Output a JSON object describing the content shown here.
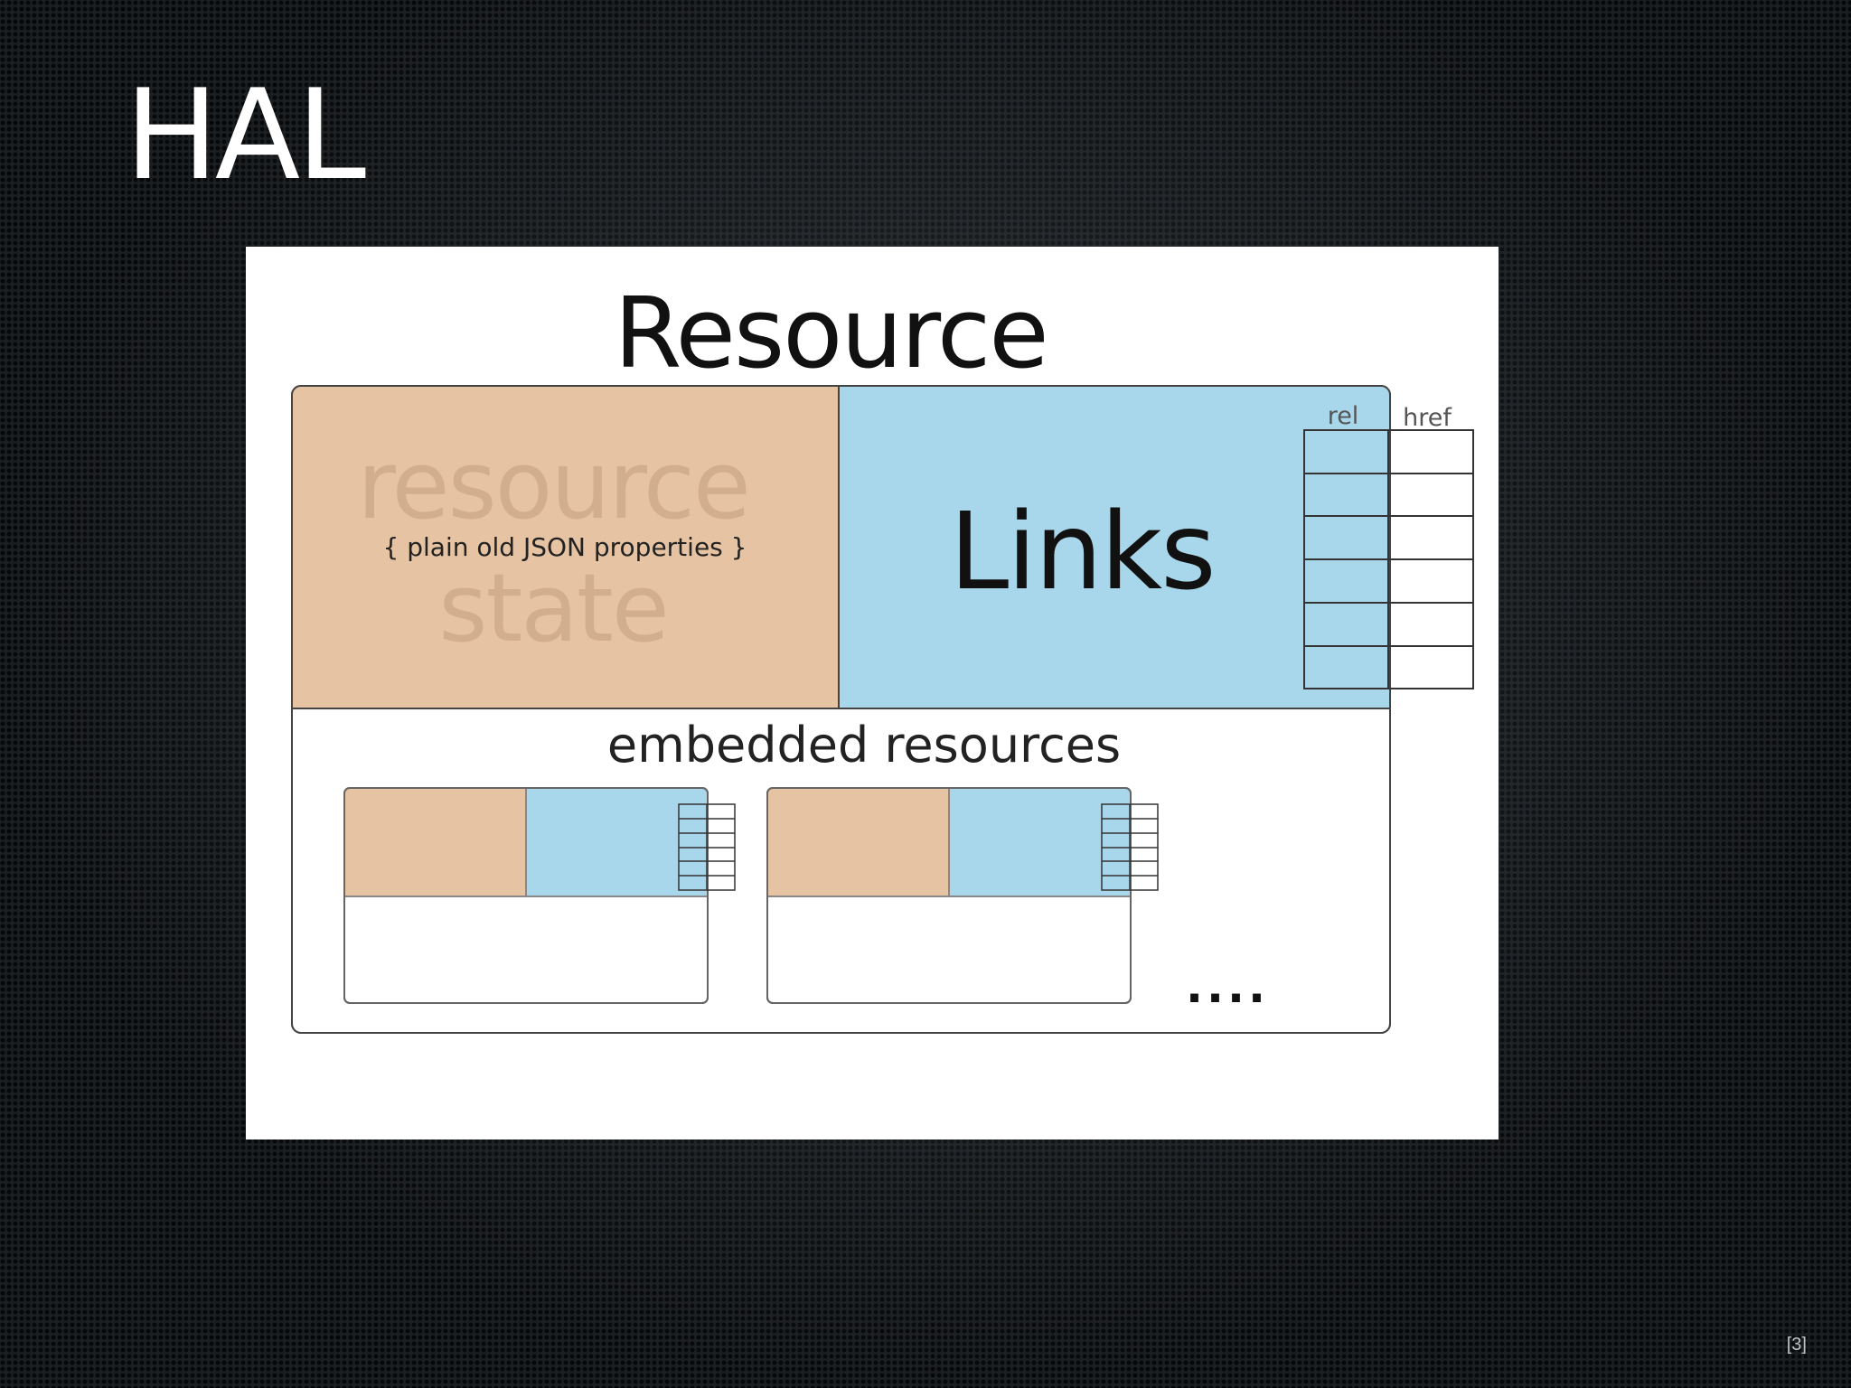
{
  "slide": {
    "title": "HAL",
    "page_number": "[3]"
  },
  "diagram": {
    "title": "Resource",
    "state": {
      "label_line1": "resource",
      "label_line2": "state",
      "caption": "{ plain old JSON properties }"
    },
    "links": {
      "label": "Links",
      "columns": [
        "rel",
        "href"
      ]
    },
    "embedded": {
      "label": "embedded resources",
      "ellipsis": "...."
    }
  },
  "colors": {
    "slide_background": "#1c1f22",
    "state_fill": "#e6c3a2",
    "links_fill": "#a8d6ea",
    "outline": "#444444"
  }
}
